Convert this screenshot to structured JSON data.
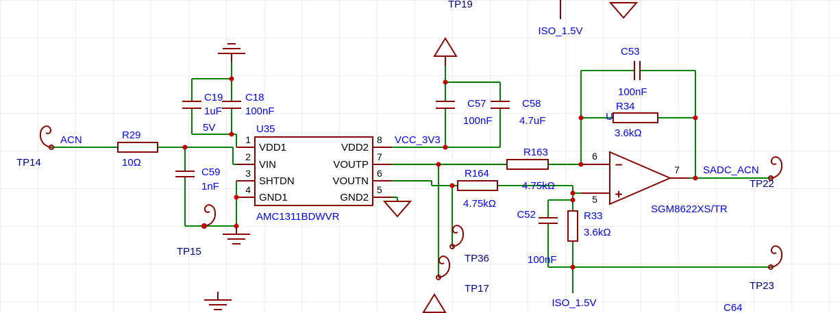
{
  "colors": {
    "wire": "#008400",
    "symbol": "#8c0000",
    "label_blue": "#0000ff",
    "tp_label": "#000080",
    "pin_text": "#000000",
    "junction": "#c60000",
    "grid": "#ececec",
    "background": "#ffffff"
  },
  "components": {
    "U35": {
      "ref": "U35",
      "part": "AMC1311BDWVR",
      "left_pins": [
        {
          "num": "1",
          "name": "VDD1"
        },
        {
          "num": "2",
          "name": "VIN"
        },
        {
          "num": "3",
          "name": "SHTDN"
        },
        {
          "num": "4",
          "name": "GND1"
        }
      ],
      "right_pins": [
        {
          "num": "8",
          "name": "VDD2"
        },
        {
          "num": "7",
          "name": "VOUTP"
        },
        {
          "num": "6",
          "name": "VOUTN"
        },
        {
          "num": "5",
          "name": "GND2"
        }
      ]
    },
    "U37": {
      "ref": "U37.2",
      "part": "SGM8622XS/TR",
      "pin_inverting": "6",
      "pin_noninverting": "5",
      "pin_output": "7",
      "minus_sign": "−",
      "plus_sign": "+"
    },
    "R29": {
      "ref": "R29",
      "value": "10Ω"
    },
    "R163": {
      "ref": "R163",
      "value": "4.75kΩ"
    },
    "R164": {
      "ref": "R164",
      "value": "4.75kΩ"
    },
    "R34": {
      "ref": "R34",
      "value": "3.6kΩ"
    },
    "R33": {
      "ref": "R33",
      "value": "3.6kΩ"
    },
    "C19": {
      "ref": "C19",
      "value": "1uF"
    },
    "C18": {
      "ref": "C18",
      "value": "100nF"
    },
    "C59": {
      "ref": "C59",
      "value": "1nF"
    },
    "C57": {
      "ref": "C57",
      "value": "100nF"
    },
    "C58": {
      "ref": "C58",
      "value": "4.7uF"
    },
    "C53": {
      "ref": "C53",
      "value": "100nF"
    },
    "C52": {
      "ref": "C52",
      "value": "100nF"
    },
    "C64": {
      "ref": "C64"
    }
  },
  "net_labels": {
    "acn": "ACN",
    "v5": "5V",
    "vcc_3v3": "VCC_3V3",
    "sadc_acn": "SADC_ACN",
    "iso_1v5_top": "ISO_1.5V",
    "iso_1v5_bottom": "ISO_1.5V"
  },
  "test_points": {
    "tp14": "TP14",
    "tp15": "TP15",
    "tp17": "TP17",
    "tp19": "TP19",
    "tp22": "TP22",
    "tp23": "TP23",
    "tp36": "TP36"
  }
}
